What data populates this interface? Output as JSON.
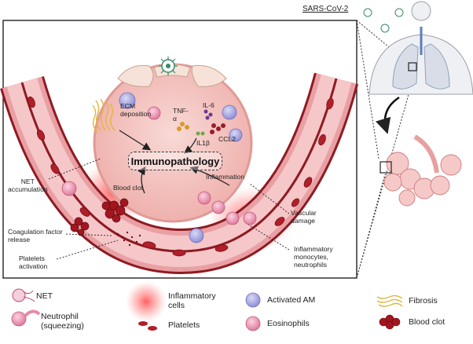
{
  "header": {
    "virus_label": "SARS-CoV-2"
  },
  "center": {
    "title": "Immunopathology"
  },
  "inner_labels": {
    "ecm": "ECM\ndeposition",
    "tnf": "TNF-\nα",
    "il6": "IL-6",
    "il1b": "IL1β",
    "ccl2": "CCL2",
    "blood_clot": "Blood clot",
    "inflammation": "Inflammation"
  },
  "side_labels": {
    "net_accumulation": "NET\naccumulation",
    "coagulation": "Coagulation factor\nrelease",
    "platelets_activation": "Platelets\nactivation",
    "vascular_damage": "Vascular\ndamage",
    "inflammatory_monocytes": "Inflammatory\nmonocytes,\nneutrophils"
  },
  "legend": {
    "net": "NET",
    "neutrophil": "Neutrophil\n(squeezing)",
    "inflammatory_cells": "Inflammatory\ncells",
    "platelets": "Platelets",
    "activated_am": "Activated AM",
    "eosinophils": "Eosinophils",
    "fibrosis": "Fibrosis",
    "blood_clot": "Blood clot"
  },
  "colors": {
    "vessel_dark": "#8e1b22",
    "vessel_wall": "#e9a0a4",
    "alveolus": "#f4c1bd",
    "rbc": "#b11f2a",
    "activated_am": "#9e9ee0",
    "eosinophil": "#e58aa8",
    "fibrosis": "#e2b63d",
    "inflammation_glow": "#ff3b3b"
  }
}
